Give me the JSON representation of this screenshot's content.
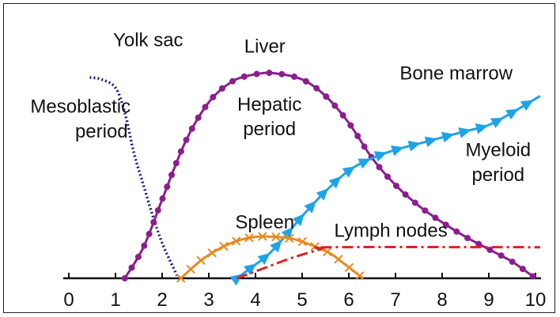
{
  "chart_data": {
    "type": "line",
    "x_ticks": [
      "0",
      "1",
      "2",
      "3",
      "4",
      "5",
      "6",
      "7",
      "8",
      "9",
      "10"
    ],
    "xlim": [
      0,
      10
    ],
    "grid": false,
    "series": [
      {
        "name": "Yolk sac",
        "style": "dotted",
        "color": "#1a1a8c",
        "points": [
          [
            0.45,
            0.97
          ],
          [
            0.7,
            0.96
          ],
          [
            1.0,
            0.92
          ],
          [
            1.2,
            0.8
          ],
          [
            1.4,
            0.6
          ],
          [
            1.6,
            0.45
          ],
          [
            1.8,
            0.3
          ],
          [
            2.0,
            0.17
          ],
          [
            2.2,
            0.07
          ],
          [
            2.35,
            0.0
          ]
        ]
      },
      {
        "name": "Liver",
        "style": "line-dot",
        "color": "#8b1e8e",
        "points": [
          [
            1.2,
            0.0
          ],
          [
            1.6,
            0.15
          ],
          [
            2.0,
            0.38
          ],
          [
            2.5,
            0.66
          ],
          [
            3.0,
            0.85
          ],
          [
            3.5,
            0.95
          ],
          [
            4.0,
            0.985
          ],
          [
            4.4,
            0.99
          ],
          [
            5.0,
            0.96
          ],
          [
            5.5,
            0.88
          ],
          [
            6.0,
            0.75
          ],
          [
            6.5,
            0.58
          ],
          [
            7.0,
            0.45
          ],
          [
            7.5,
            0.35
          ],
          [
            8.0,
            0.27
          ],
          [
            8.5,
            0.2
          ],
          [
            9.0,
            0.14
          ],
          [
            9.5,
            0.08
          ],
          [
            10.0,
            0.0
          ]
        ]
      },
      {
        "name": "Bone marrow",
        "style": "line-triangle",
        "color": "#1fa3e8",
        "points": [
          [
            3.6,
            0.0
          ],
          [
            3.9,
            0.05
          ],
          [
            4.3,
            0.12
          ],
          [
            4.7,
            0.22
          ],
          [
            5.0,
            0.3
          ],
          [
            5.5,
            0.42
          ],
          [
            6.0,
            0.52
          ],
          [
            6.5,
            0.58
          ],
          [
            7.0,
            0.62
          ],
          [
            7.5,
            0.65
          ],
          [
            8.0,
            0.68
          ],
          [
            8.5,
            0.71
          ],
          [
            9.0,
            0.74
          ],
          [
            9.5,
            0.8
          ],
          [
            10.1,
            0.88
          ]
        ]
      },
      {
        "name": "Spleen",
        "style": "line-cross",
        "color": "#e88a1f",
        "points": [
          [
            2.4,
            0.0
          ],
          [
            2.8,
            0.08
          ],
          [
            3.2,
            0.14
          ],
          [
            3.6,
            0.18
          ],
          [
            4.0,
            0.2
          ],
          [
            4.4,
            0.2
          ],
          [
            4.8,
            0.19
          ],
          [
            5.2,
            0.16
          ],
          [
            5.6,
            0.12
          ],
          [
            5.9,
            0.07
          ],
          [
            6.3,
            0.0
          ]
        ]
      },
      {
        "name": "Lymph nodes",
        "style": "dash-dot",
        "color": "#e02020",
        "points": [
          [
            3.6,
            0.0
          ],
          [
            4.2,
            0.05
          ],
          [
            4.8,
            0.1
          ],
          [
            5.4,
            0.14
          ],
          [
            5.6,
            0.15
          ],
          [
            10.1,
            0.15
          ]
        ]
      }
    ],
    "annotations": [
      {
        "text": "Yolk sac",
        "x": 1.7,
        "y": 1.12
      },
      {
        "text": "Liver",
        "x": 4.2,
        "y": 1.09
      },
      {
        "text": "Bone marrow",
        "x": 8.3,
        "y": 0.96
      },
      {
        "text": "Mesoblastic",
        "x": 0.25,
        "y": 0.8
      },
      {
        "text": "period",
        "x": 0.7,
        "y": 0.68
      },
      {
        "text": "Hepatic",
        "x": 4.3,
        "y": 0.81
      },
      {
        "text": "period",
        "x": 4.3,
        "y": 0.69
      },
      {
        "text": "Myeloid",
        "x": 9.2,
        "y": 0.59
      },
      {
        "text": "period",
        "x": 9.2,
        "y": 0.47
      },
      {
        "text": "Spleen",
        "x": 4.2,
        "y": 0.24
      },
      {
        "text": "Lymph nodes",
        "x": 6.9,
        "y": 0.2
      }
    ]
  }
}
